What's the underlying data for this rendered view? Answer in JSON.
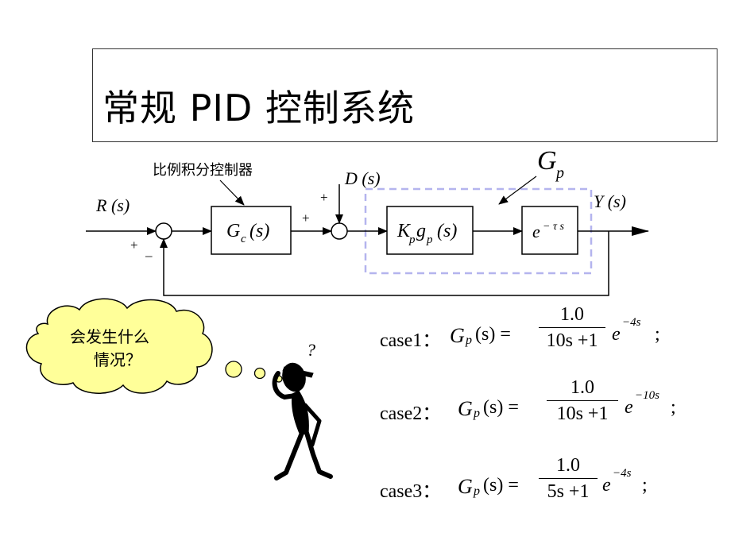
{
  "slide": {
    "title": "常规 PID 控制系统"
  },
  "diagram": {
    "controller_label": "比例积分控制器",
    "R": "R (s)",
    "D": "D (s)",
    "Y": "Y (s)",
    "Gp": "G",
    "Gp_sub": "p",
    "Gc": "G",
    "Gc_sub": "c",
    "Gc_arg": "(s)",
    "Kp": "K",
    "Kp_sub": "p",
    "gp": "g",
    "gp_sub": "p",
    "gp_arg": "(s)",
    "delay_base": "e",
    "delay_exp": "− τ s",
    "plus": "+",
    "minus": "–"
  },
  "cloud": {
    "line1": "会发生什么",
    "line2": "情况？"
  },
  "question_mark": "?",
  "cases": [
    {
      "label": "case1：",
      "lhs": "G",
      "sub": "p",
      "arg": "(s) =",
      "num": "1.0",
      "den": "10s +1",
      "e": "e",
      "exp": "−4s",
      "end": ";"
    },
    {
      "label": "case2：",
      "lhs": "G",
      "sub": "p",
      "arg": "(s) =",
      "num": "1.0",
      "den": "10s +1",
      "e": "e",
      "exp": "−10s",
      "end": ";"
    },
    {
      "label": "case3：",
      "lhs": "G",
      "sub": "p",
      "arg": "(s) =",
      "num": "1.0",
      "den": "5s +1",
      "e": "e",
      "exp": "−4s",
      "end": ";"
    }
  ],
  "colors": {
    "dashed_box": "#b4b4ee",
    "cloud_fill": "#ffff99",
    "bubble_fill": "#ffff99"
  }
}
